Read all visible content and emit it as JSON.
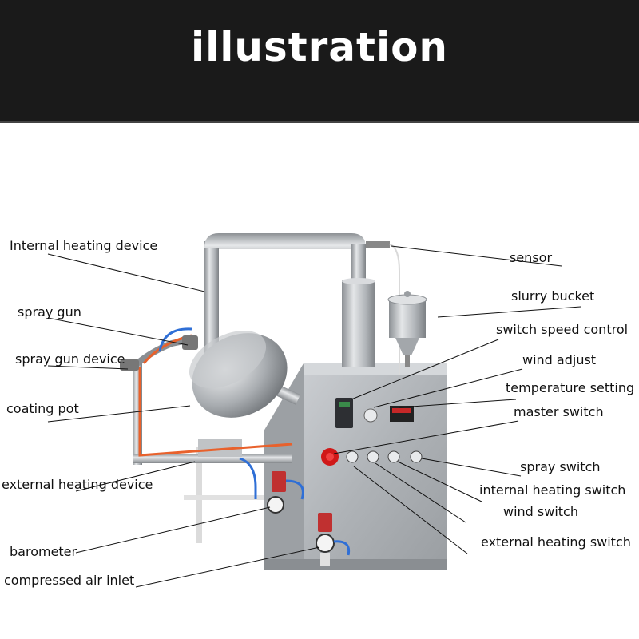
{
  "header": {
    "title": "illustration"
  },
  "labels": {
    "internal_heating_device": "Internal heating device",
    "spray_gun": "spray gun",
    "spray_gun_device": "spray gun device",
    "coating_pot": "coating pot",
    "external_heating_device": "external heating device",
    "barometer": "barometer",
    "compressed_air_inlet": "compressed air inlet",
    "sensor": "sensor",
    "slurry_bucket": "slurry bucket",
    "switch_speed_control": "switch speed control",
    "wind_adjust": "wind adjust",
    "temperature_setting": "temperature setting",
    "master_switch": "master switch",
    "spray_switch": "spray switch",
    "internal_heating_switch": "internal heating switch",
    "wind_switch": "wind switch",
    "external_heating_switch": "external heating switch"
  },
  "colors": {
    "header_bg": "#1a1a1a",
    "title_text": "#ffffff",
    "steel": "#b8bcc0",
    "hose_orange": "#e8612c",
    "hose_blue": "#2f6fd6",
    "emergency_red": "#d01818"
  }
}
